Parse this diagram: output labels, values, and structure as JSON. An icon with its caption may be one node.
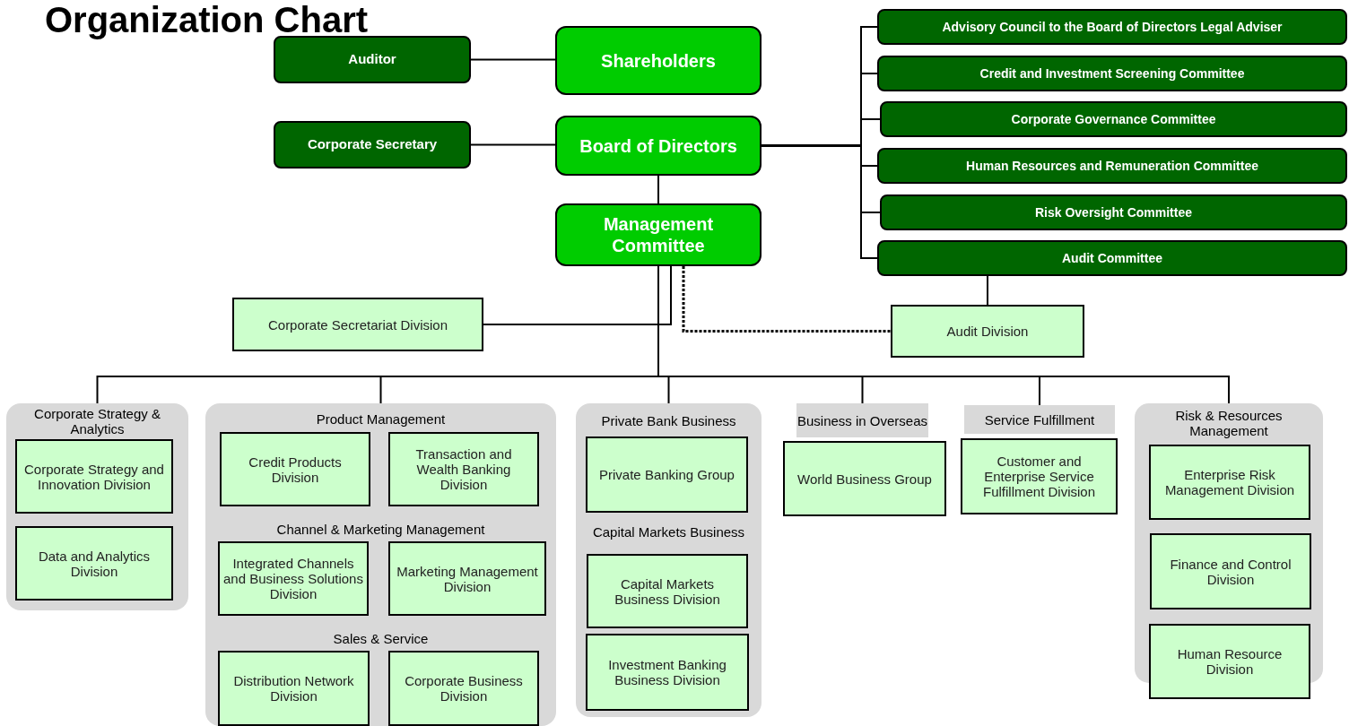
{
  "diagram": {
    "title": "Organization Chart",
    "nodes": [
      {
        "text": [
          "Shareholders"
        ]
      },
      {
        "text": [
          "Auditor"
        ]
      },
      {
        "text": [
          "Board of Directors"
        ]
      },
      {
        "text": [
          "Corporate Secretary"
        ]
      },
      {
        "text": [
          "Management Committee"
        ]
      },
      {
        "text": [
          "Advisory Council to the Board of Directors Legal Adviser"
        ]
      },
      {
        "text": [
          "Credit and Investment Screening Committee"
        ]
      },
      {
        "text": [
          "Corporate Governance Committee"
        ]
      },
      {
        "text": [
          "Human Resources and Remuneration Committee"
        ]
      },
      {
        "text": [
          "Risk Oversight Committee"
        ]
      },
      {
        "text": [
          "Audit Committee"
        ]
      },
      {
        "text": [
          "Corporate Secretariat Division"
        ]
      },
      {
        "text": [
          "Audit Division"
        ]
      },
      {
        "text": [
          "Corporate Strategy & Analytics"
        ]
      },
      {
        "text": [
          "Corporate Strategy and Innovation Division"
        ],
        "in": 13
      },
      {
        "text": [
          "Data and Analytics Division"
        ],
        "in": 13
      },
      {
        "text": [
          "Product Management",
          "Channel & Marketing Management",
          "Sales & Service"
        ]
      },
      {
        "text": [
          "Credit Products Division"
        ],
        "in": 16
      },
      {
        "text": [
          "Transaction and Wealth Banking Division"
        ],
        "in": 16
      },
      {
        "text": [
          "Integrated Channels and Business Solutions Division"
        ],
        "in": 16
      },
      {
        "text": [
          "Marketing Management Division"
        ],
        "in": 16
      },
      {
        "text": [
          "Distribution Network Division"
        ],
        "in": 16
      },
      {
        "text": [
          "Corporate Business Division"
        ],
        "in": 16
      },
      {
        "text": [
          "Private Bank Business",
          "Capital Markets Business"
        ]
      },
      {
        "text": [
          "Private Banking Group"
        ],
        "in": 23
      },
      {
        "text": [
          "Capital Markets Business Division"
        ],
        "in": 23
      },
      {
        "text": [
          "Investment Banking Business Division"
        ],
        "in": 23
      },
      {
        "text": [
          "Business in Overseas"
        ]
      },
      {
        "text": [
          "World Business Group"
        ]
      },
      {
        "text": [
          "Service Fulfillment"
        ]
      },
      {
        "text": [
          "Customer and Enterprise Service Fulfillment Division"
        ]
      },
      {
        "text": [
          "Risk & Resources Management"
        ]
      },
      {
        "text": [
          "Enterprise Risk Management Division"
        ],
        "in": 31
      },
      {
        "text": [
          "Finance and Control Division"
        ],
        "in": 31
      },
      {
        "text": [
          "Human Resource Division"
        ],
        "in": 31
      }
    ],
    "edges": [
      {
        "from": 1,
        "to": 0,
        "arrow": "none"
      },
      {
        "from": 3,
        "to": 2,
        "arrow": "none"
      },
      {
        "from": 2,
        "to": 4,
        "arrow": "none"
      },
      {
        "from": 2,
        "to": 5,
        "arrow": "none"
      },
      {
        "from": 2,
        "to": 6,
        "arrow": "none"
      },
      {
        "from": 2,
        "to": 7,
        "arrow": "none"
      },
      {
        "from": 2,
        "to": 8,
        "arrow": "none"
      },
      {
        "from": 2,
        "to": 9,
        "arrow": "none"
      },
      {
        "from": 2,
        "to": 10,
        "arrow": "none"
      },
      {
        "from": 10,
        "to": 12,
        "arrow": "none"
      },
      {
        "from": 4,
        "to": 11,
        "arrow": "none"
      },
      {
        "from": 4,
        "to": 12,
        "arrow": "none",
        "style": "dashed"
      },
      {
        "from": 4,
        "to": 13,
        "arrow": "none"
      },
      {
        "from": 4,
        "to": 16,
        "arrow": "none"
      },
      {
        "from": 4,
        "to": 23,
        "arrow": "none"
      },
      {
        "from": 4,
        "to": 27,
        "arrow": "none"
      },
      {
        "from": 4,
        "to": 29,
        "arrow": "none"
      },
      {
        "from": 4,
        "to": 31,
        "arrow": "none"
      }
    ]
  }
}
